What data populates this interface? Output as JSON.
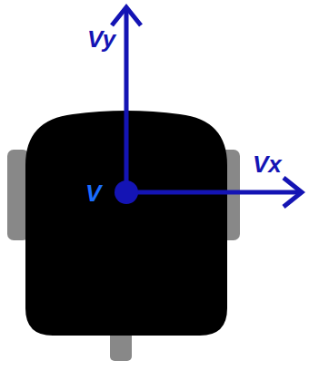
{
  "diagram": {
    "labels": [
      "Vy",
      "Vx",
      "V"
    ]
  }
}
